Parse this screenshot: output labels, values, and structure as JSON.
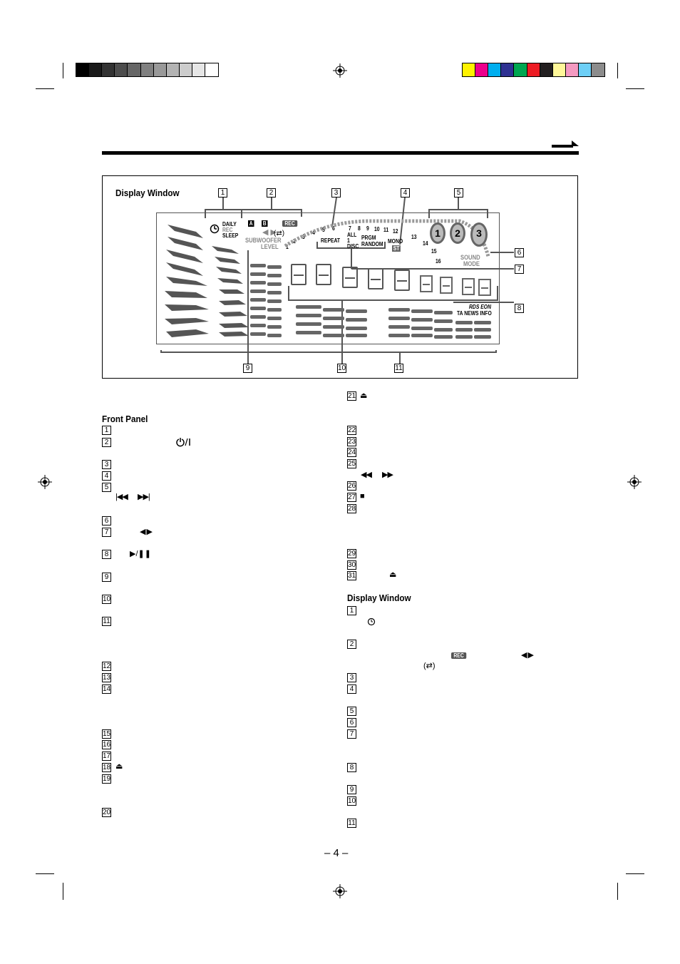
{
  "page_number": "– 4 –",
  "display_figure": {
    "title": "Display Window",
    "callouts": [
      "1",
      "2",
      "3",
      "4",
      "5",
      "6",
      "7",
      "8",
      "9",
      "10",
      "11"
    ],
    "indicators": {
      "timer": [
        "DAILY",
        "REC",
        "SLEEP"
      ],
      "deck": [
        "A",
        "B",
        "REC"
      ],
      "numbers_left": [
        "1",
        "2",
        "3",
        "4",
        "5",
        "6"
      ],
      "numbers_right": [
        "7",
        "8",
        "9",
        "10",
        "11",
        "12",
        "13",
        "14",
        "15",
        "16"
      ],
      "repeat": "REPEAT",
      "all_disc": [
        "ALL",
        "1",
        "DISC"
      ],
      "prgm_random": [
        "PRGM",
        "RANDOM"
      ],
      "mono": "MONO",
      "st": "ST",
      "subwoofer": [
        "SUBWOOFER",
        "LEVEL"
      ],
      "sound_mode": [
        "SOUND",
        "MODE"
      ],
      "rds": [
        "RDS EON",
        "TA NEWS INFO"
      ],
      "discs": [
        "1",
        "2",
        "3"
      ]
    }
  },
  "front_panel": {
    "title": "Front Panel",
    "items": [
      "1",
      "2",
      "3",
      "4",
      "5",
      "6",
      "7",
      "8",
      "9",
      "10",
      "11",
      "12",
      "13",
      "14",
      "15",
      "16",
      "17",
      "18",
      "19",
      "20"
    ]
  },
  "right_column": {
    "items_top": [
      "21",
      "22",
      "23",
      "24",
      "25",
      "26",
      "27",
      "28",
      "29",
      "30",
      "31"
    ]
  },
  "display_window_list": {
    "title": "Display Window",
    "items": [
      "1",
      "2",
      "3",
      "4",
      "5",
      "6",
      "7",
      "8",
      "9",
      "10",
      "11"
    ],
    "rec_badge": "REC"
  },
  "colors": {
    "grayscale_swatches": [
      "#000000",
      "#1a1a1a",
      "#333333",
      "#4d4d4d",
      "#666666",
      "#808080",
      "#999999",
      "#b3b3b3",
      "#cccccc",
      "#e6e6e6",
      "#ffffff"
    ],
    "color_swatches": [
      "#fff200",
      "#ec008c",
      "#00aeef",
      "#2e3192",
      "#00a651",
      "#ed1c24",
      "#231f20",
      "#fff799",
      "#f49ac1",
      "#6dcff6",
      "#8c8c8c"
    ]
  }
}
